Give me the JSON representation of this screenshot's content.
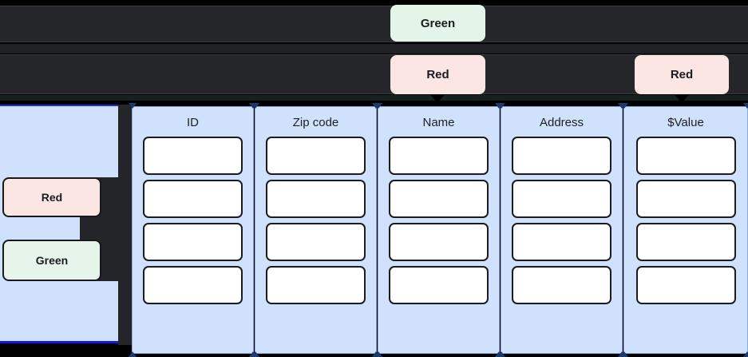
{
  "theme": {
    "page_background": "#000000",
    "band_color": "#25262a",
    "panel_blue": "#cfe1fd",
    "panel_border_blue": "#1414f0",
    "gutter_dark": "#242528",
    "tooltip_green_bg": "#e3f5e9",
    "tooltip_red_bg": "#fbe6e4",
    "cell_white": "#ffffff",
    "outline_black": "#1b1c1e"
  },
  "tooltips": [
    {
      "id": "green-top",
      "label": "Green",
      "variant": "green",
      "points_to": "Name"
    },
    {
      "id": "red-middle",
      "label": "Red",
      "variant": "red",
      "points_to": "Name"
    },
    {
      "id": "red-right",
      "label": "Red",
      "variant": "red",
      "points_to": "$Value"
    }
  ],
  "sidebar": {
    "chips": [
      {
        "id": "chip-red",
        "label": "Red",
        "variant": "red"
      },
      {
        "id": "chip-green",
        "label": "Green",
        "variant": "green"
      }
    ]
  },
  "table": {
    "columns": [
      {
        "header": "ID",
        "cells": [
          "",
          "",
          "",
          ""
        ]
      },
      {
        "header": "Zip code",
        "cells": [
          "",
          "",
          "",
          ""
        ]
      },
      {
        "header": "Name",
        "cells": [
          "",
          "",
          "",
          ""
        ]
      },
      {
        "header": "Address",
        "cells": [
          "",
          "",
          "",
          ""
        ]
      },
      {
        "header": "$Value",
        "cells": [
          "",
          "",
          "",
          ""
        ]
      }
    ],
    "row_count": 4,
    "column_count": 5
  }
}
